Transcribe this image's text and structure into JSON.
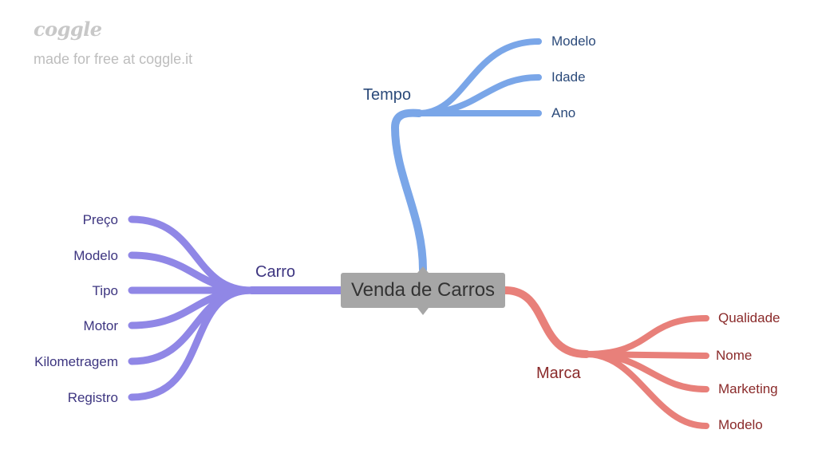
{
  "brand": {
    "logo_text": "coggle",
    "tagline": "made for free at coggle.it"
  },
  "colors": {
    "center_fill": "#a6a6a6",
    "center_text": "#333333",
    "tempo_branch": "#7aa6e8",
    "tempo_text": "#2b4a7a",
    "carro_branch": "#9087e6",
    "carro_text": "#3d3580",
    "marca_branch": "#e8807a",
    "marca_text": "#8a2a2a"
  },
  "diagram": {
    "center": {
      "label": "Venda de Carros"
    },
    "tempo": {
      "label": "Tempo",
      "children": [
        "Modelo",
        "Idade",
        "Ano"
      ]
    },
    "carro": {
      "label": "Carro",
      "children": [
        "Preço",
        "Modelo",
        "Tipo",
        "Motor",
        "Kilometragem",
        "Registro"
      ]
    },
    "marca": {
      "label": "Marca",
      "children": [
        "Qualidade",
        "Nome",
        "Marketing",
        "Modelo"
      ]
    }
  }
}
